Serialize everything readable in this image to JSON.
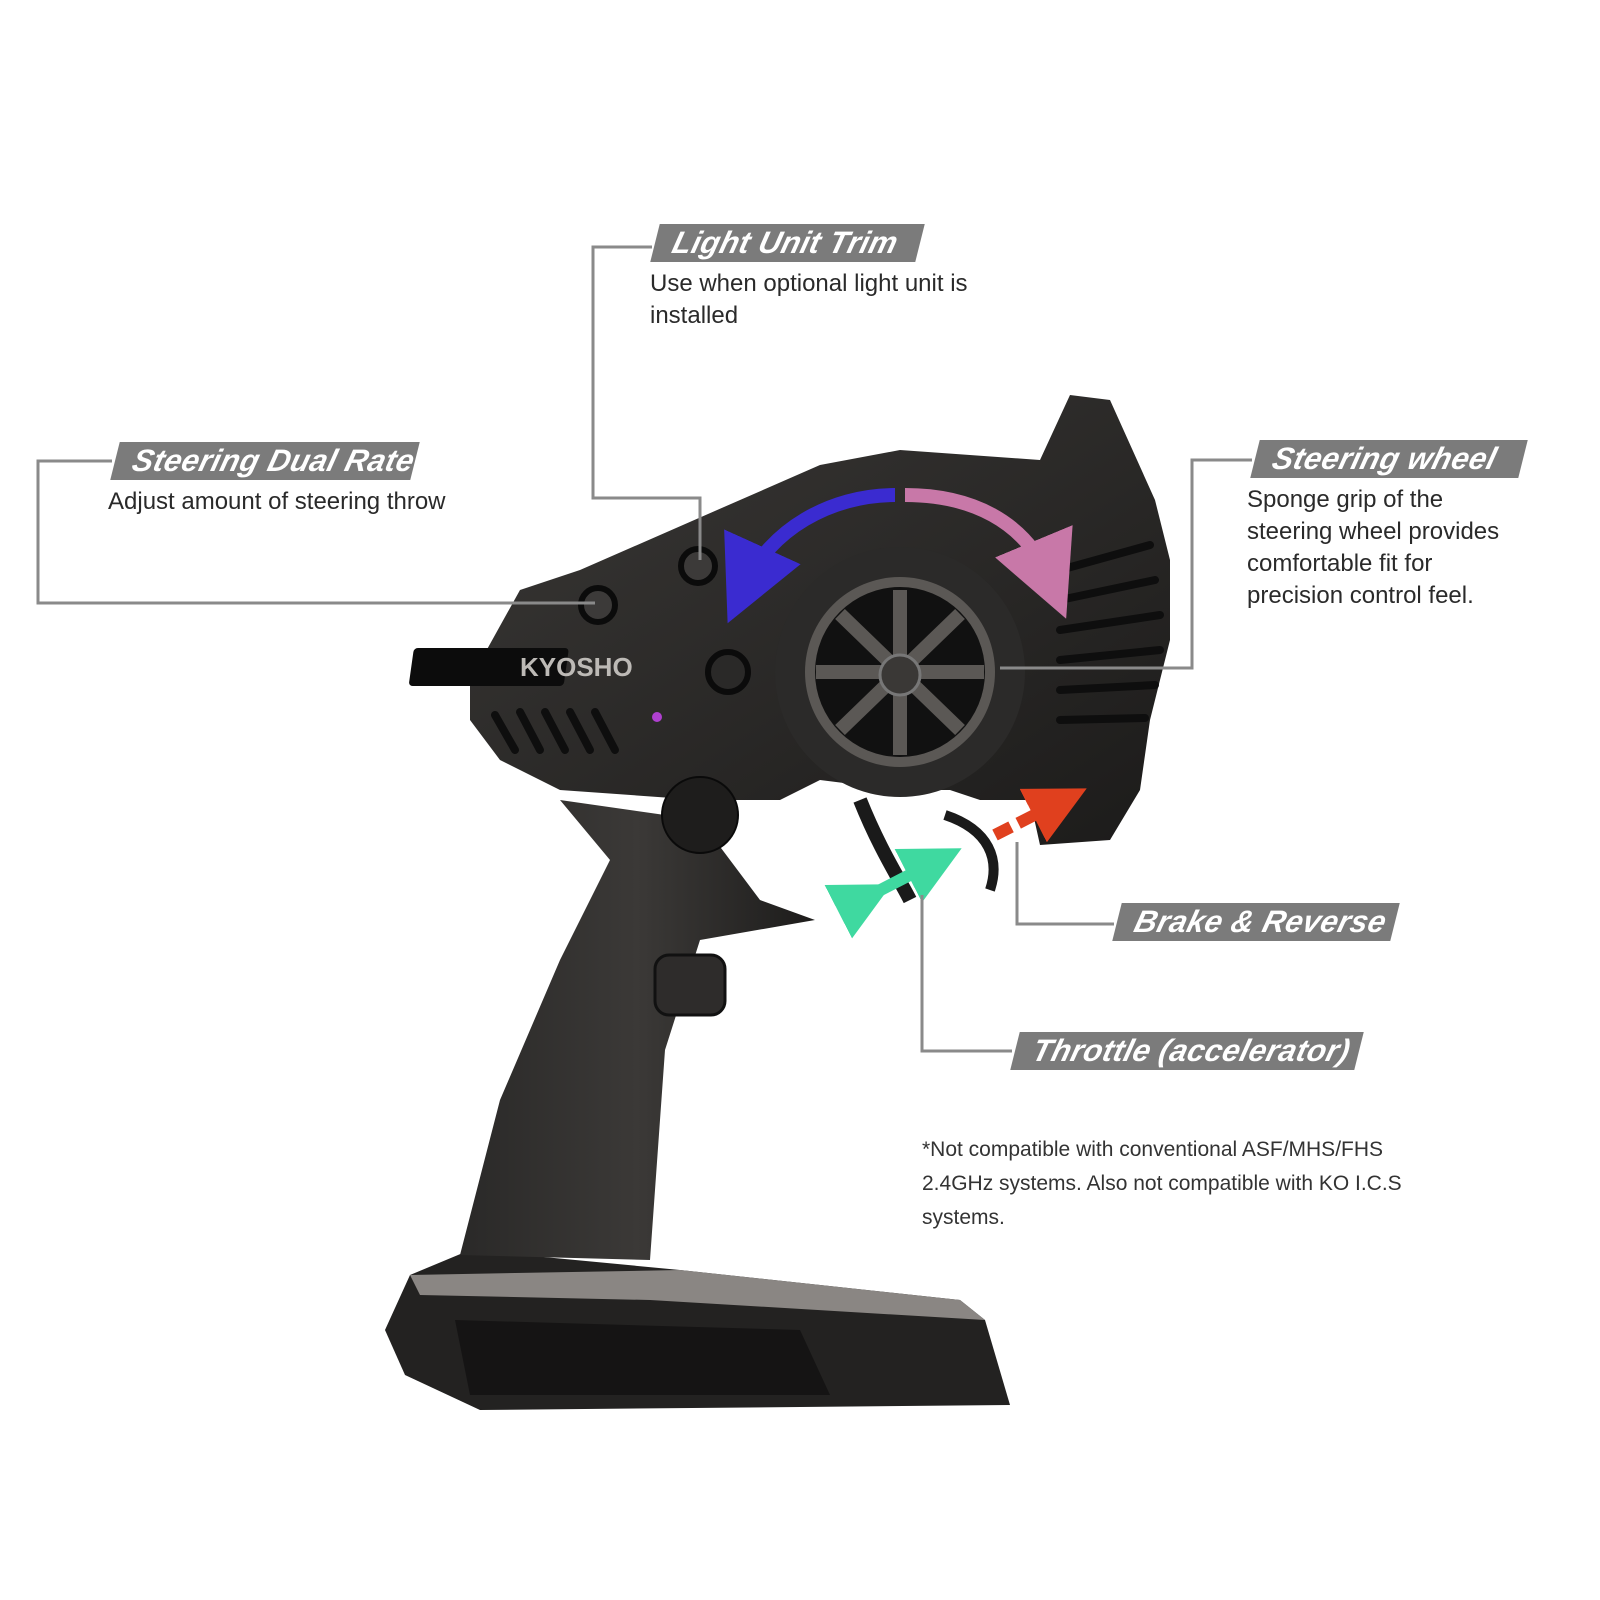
{
  "product": {
    "logo_text": "KYOSHO"
  },
  "callouts": {
    "light_unit_trim": {
      "title": "Light Unit Trim",
      "desc": [
        "Use when optional light unit is",
        "installed"
      ]
    },
    "steering_dual_rate": {
      "title": "Steering Dual Rate",
      "desc": [
        "Adjust amount of steering throw"
      ]
    },
    "steering_wheel": {
      "title": "Steering wheel",
      "desc": [
        "Sponge grip of the",
        "steering wheel provides",
        "comfortable fit for",
        "precision control feel."
      ]
    },
    "brake_reverse": {
      "title": "Brake & Reverse"
    },
    "throttle": {
      "title": "Throttle (accelerator)"
    }
  },
  "footnote": [
    "*Not compatible with conventional ASF/MHS/FHS",
    "2.4GHz systems. Also not compatible with KO I.C.S",
    "systems."
  ],
  "colors": {
    "badge": "#7b7b7b",
    "leader": "#8a8a8a",
    "arrow_left": "#3a2bd0",
    "arrow_right": "#c878a8",
    "throttle_arrow": "#3fd9a0",
    "brake_arrow": "#e0401e"
  }
}
